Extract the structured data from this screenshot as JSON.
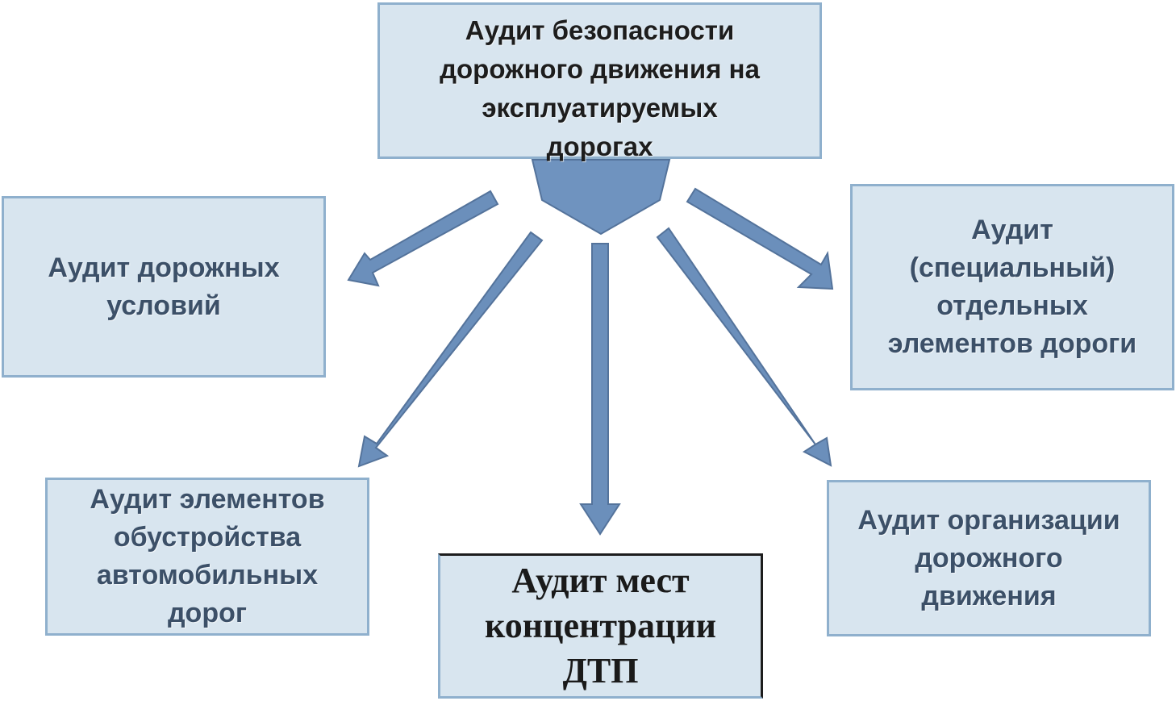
{
  "diagram": {
    "root": {
      "label": "Аудит безопасности\nдорожного движения на\nэксплуатируемых\nдорогах"
    },
    "children": [
      {
        "id": "road-conditions",
        "label": "Аудит дорожных\nусловий"
      },
      {
        "id": "road-elements",
        "label": "Аудит\n(специальный)\nотдельных\nэлементов дороги"
      },
      {
        "id": "road-equipment",
        "label": "Аудит элементов\nобустройства\nавтомобильных\nдорог"
      },
      {
        "id": "accident-spots",
        "label": "Аудит мест\nконцентрации\nДТП"
      },
      {
        "id": "traffic-organization",
        "label": "Аудит организации\nдорожного\nдвижения"
      }
    ],
    "colors": {
      "box_fill": "#d8e5ef",
      "box_border": "#8fb0cd",
      "arrow_fill": "#6b8fbb",
      "arrow_outline": "#54739b",
      "hub_fill": "#6f93bf"
    }
  }
}
